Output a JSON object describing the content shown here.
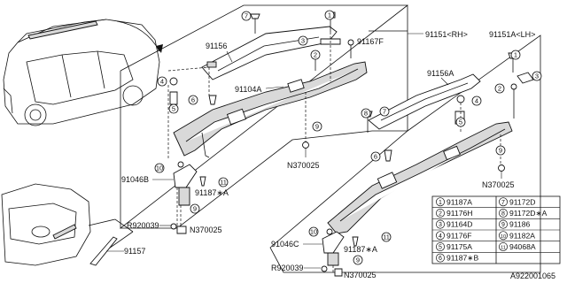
{
  "labels": {
    "p91156": "91156",
    "p91151rh": "91151<RH>",
    "p91151alh": "91151A<LH>",
    "p91167f": "91167F",
    "p91104a": "91104A",
    "p91156a": "91156A",
    "p91046b": "91046B",
    "p91187a_l": "91187∗A",
    "pr920039_l": "R920039",
    "pn370025_l": "N370025",
    "pn370025_c": "N370025",
    "pn370025_r": "N370025",
    "p91046c": "91046C",
    "p91187a_b": "91187∗A",
    "pr920039_b": "R920039",
    "pn370025_b": "N370025",
    "p91157": "91157",
    "doc_number": "A922001065"
  },
  "callouts": [
    "1",
    "2",
    "3",
    "4",
    "5",
    "6",
    "7",
    "8",
    "9",
    "10",
    "11"
  ],
  "legend": [
    {
      "no": "1",
      "part": "91187A"
    },
    {
      "no": "2",
      "part": "91176H"
    },
    {
      "no": "3",
      "part": "91164D"
    },
    {
      "no": "4",
      "part": "91176F"
    },
    {
      "no": "5",
      "part": "91175A"
    },
    {
      "no": "6",
      "part": "91187∗B"
    },
    {
      "no": "7",
      "part": "91172D"
    },
    {
      "no": "8",
      "part": "91172D∗A"
    },
    {
      "no": "9",
      "part": "91186"
    },
    {
      "no": "10",
      "part": "91182A"
    },
    {
      "no": "11",
      "part": "94068A"
    }
  ]
}
